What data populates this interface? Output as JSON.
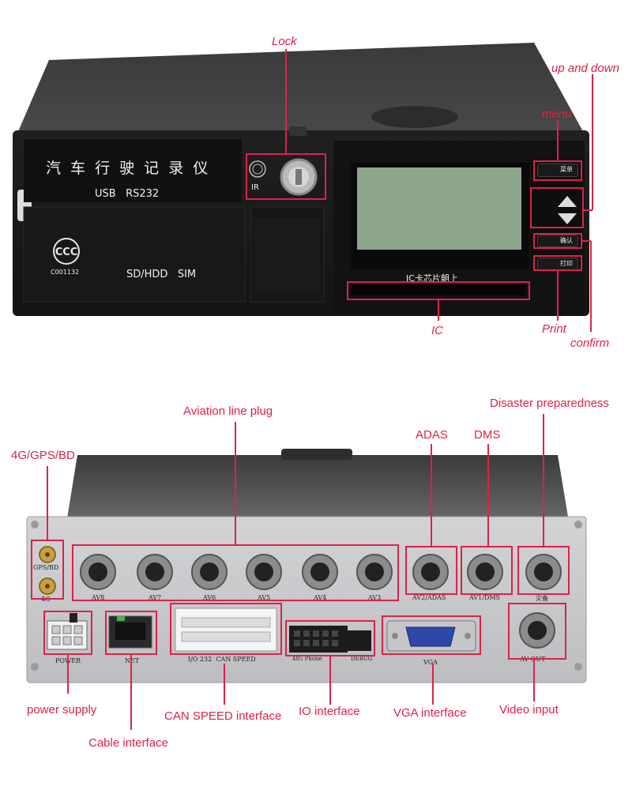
{
  "top_device": {
    "front_title": "汽 车 行 驶 记 录 仪",
    "ports_text": "USB   RS232",
    "ccc_code": "C001132",
    "slot_text": "SD/HDD   SIM",
    "ir_text": "IR",
    "ic_slot_text": "IC卡芯片朝上",
    "btn_menu": "菜单",
    "btn_confirm": "确认",
    "btn_print": "打印"
  },
  "top_labels": {
    "lock": "Lock",
    "up_down": "up and down",
    "menu": "menu",
    "ic": "IC",
    "print": "Print",
    "confirm": "confirm"
  },
  "bottom_device": {
    "gps_text": "GPS/BD",
    "g4_text": "4G",
    "av_ports": [
      "AV8",
      "AV7",
      "AV6",
      "AV5",
      "AV4",
      "AV3"
    ],
    "av2_text": "AV2/ADAS",
    "av1_text": "AV1/DMS",
    "disaster_text": "灾备",
    "power_text": "POWER",
    "net_text": "NET",
    "io_text": "I/O 232  CAN SPEED",
    "rs485_text": "485 Phone",
    "debug_text": "DEBUG",
    "vga_text": "VGA",
    "avout_text": "AV OUT"
  },
  "bottom_labels": {
    "aviation": "Aviation line plug",
    "gps": "4G/GPS/BD",
    "adas": "ADAS",
    "dms": "DMS",
    "disaster": "Disaster preparedness",
    "power": "power supply",
    "cable": "Cable interface",
    "can": "CAN SPEED interface",
    "io": "IO interface",
    "vga": "VGA interface",
    "video": "Video input"
  },
  "colors": {
    "annotation": "#e0204a",
    "device_dark": "#1c1c1c",
    "panel_silver": "#c9cacc",
    "lcd_green": "#8ea68c"
  }
}
